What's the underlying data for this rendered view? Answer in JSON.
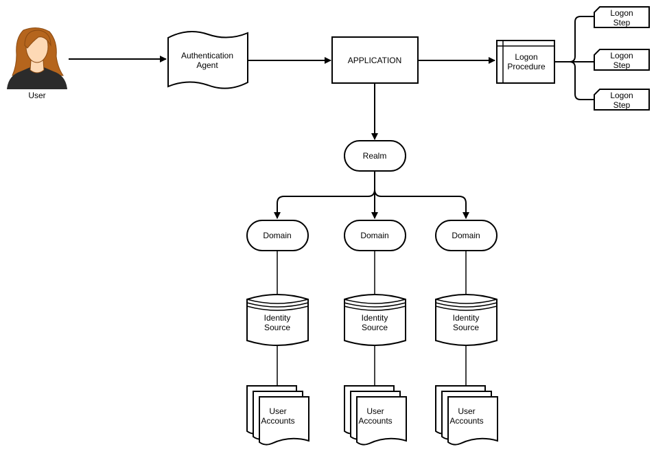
{
  "nodes": {
    "user": "User",
    "auth_agent": [
      "Authentication",
      "Agent"
    ],
    "application": "APPLICATION",
    "logon_procedure": [
      "Logon",
      "Procedure"
    ],
    "logon_steps": [
      [
        "Logon",
        "Step"
      ],
      [
        "Logon",
        "Step"
      ],
      [
        "Logon",
        "Step"
      ]
    ],
    "realm": "Realm",
    "domains": [
      "Domain",
      "Domain",
      "Domain"
    ],
    "identity_sources": [
      [
        "Identity",
        "Source"
      ],
      [
        "Identity",
        "Source"
      ],
      [
        "Identity",
        "Source"
      ]
    ],
    "user_accounts": [
      [
        "User",
        "Accounts"
      ],
      [
        "User",
        "Accounts"
      ],
      [
        "User",
        "Accounts"
      ]
    ]
  },
  "colors": {
    "hair": "#b5651d",
    "hair_dark": "#8a4a12",
    "skin": "#fdd9b5",
    "body": "#2b2b2b",
    "stroke": "#000000"
  }
}
